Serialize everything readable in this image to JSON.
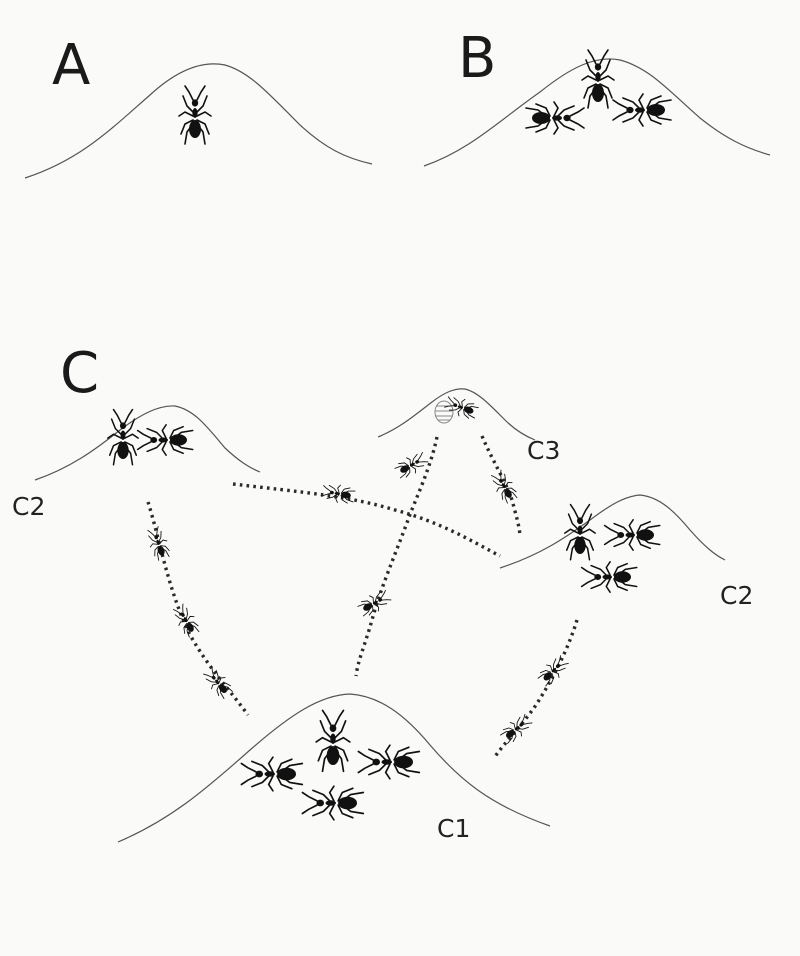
{
  "panels": {
    "a": "A",
    "b": "B",
    "c": "C"
  },
  "nests": {
    "c1": "C1",
    "c2_left": "C2",
    "c2_right": "C2",
    "c3": "C3"
  }
}
